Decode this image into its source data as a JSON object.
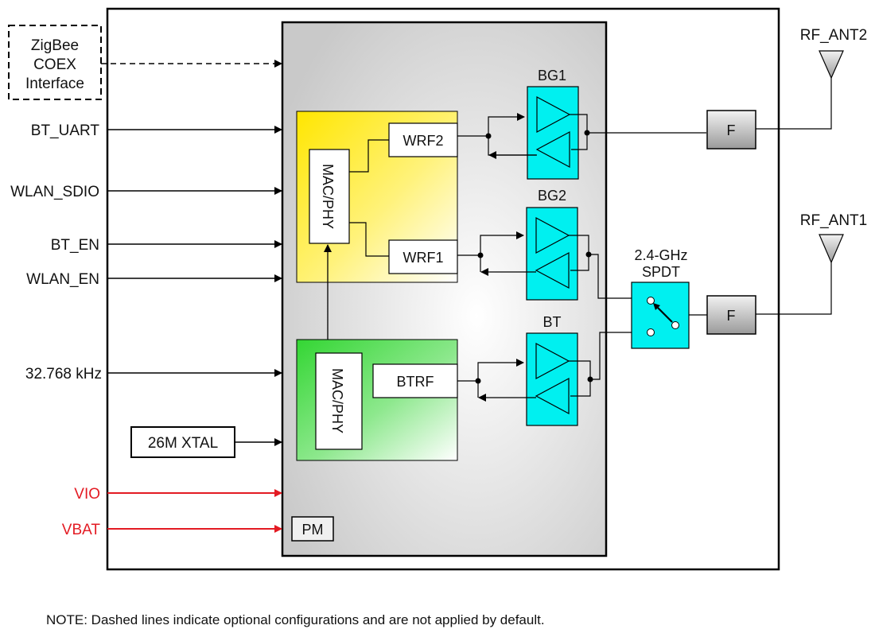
{
  "inputs": {
    "zigbee_line1": "ZigBee",
    "zigbee_line2": "COEX",
    "zigbee_line3": "Interface",
    "bt_uart": "BT_UART",
    "wlan_sdio": "WLAN_SDIO",
    "bt_en": "BT_EN",
    "wlan_en": "WLAN_EN",
    "clk": "32.768 kHz",
    "xtal": "26M XTAL",
    "vio": "VIO",
    "vbat": "VBAT"
  },
  "blocks": {
    "wlan_macphy": "MAC/PHY",
    "bt_macphy": "MAC/PHY",
    "wrf2": "WRF2",
    "wrf1": "WRF1",
    "btrf": "BTRF",
    "pm": "PM",
    "bg1": "BG1",
    "bg2": "BG2",
    "bt": "BT",
    "spdt_line1": "2.4-GHz",
    "spdt_line2": "SPDT",
    "filter_top": "F",
    "filter_bottom": "F"
  },
  "antennas": {
    "ant2": "RF_ANT2",
    "ant1": "RF_ANT1"
  },
  "colors": {
    "wlan_block": "#ffe600",
    "bt_block": "#33d633",
    "amp": "#00f0f0",
    "power_line": "#e31b23"
  },
  "note": "NOTE: Dashed lines indicate optional configurations and are not applied by default."
}
